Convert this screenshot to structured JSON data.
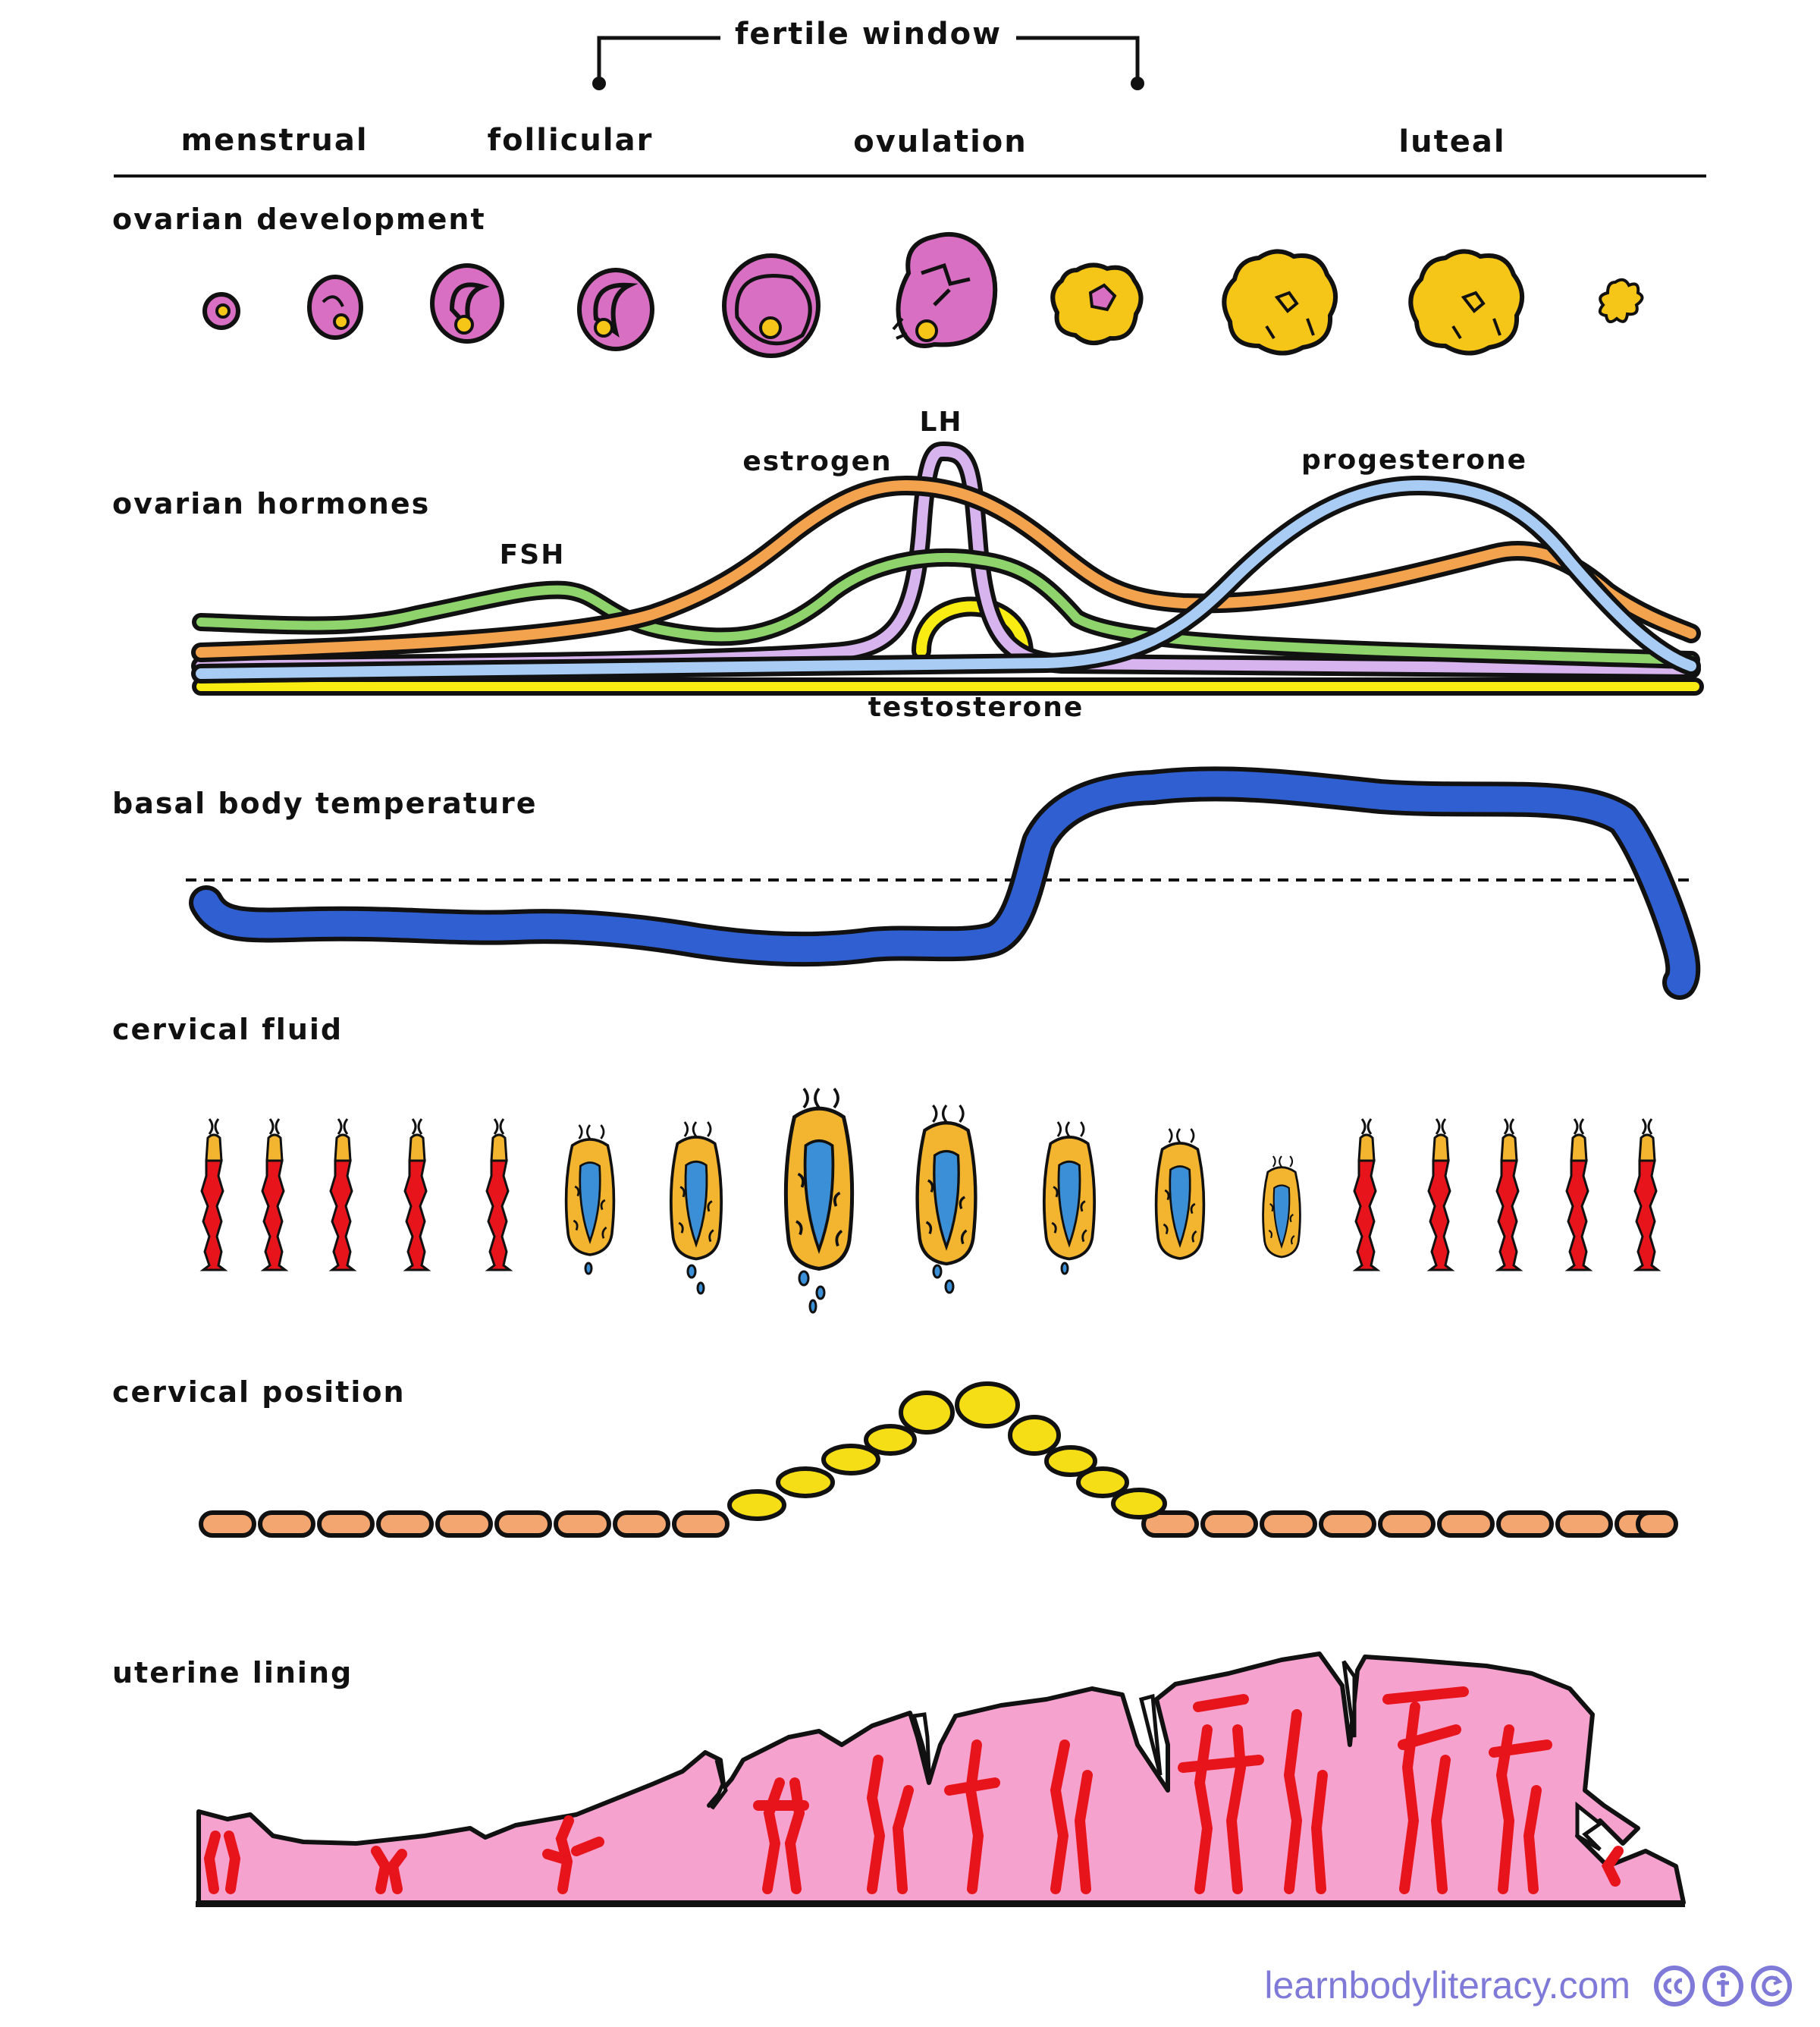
{
  "header": {
    "fertile_window": "fertile window",
    "phases": [
      "menstrual",
      "follicular",
      "ovulation",
      "luteal"
    ]
  },
  "sections": {
    "ovarian_development": "ovarian development",
    "ovarian_hormones": "ovarian hormones",
    "basal_body_temperature": "basal body temperature",
    "cervical_fluid": "cervical fluid",
    "cervical_position": "cervical position",
    "uterine_lining": "uterine lining"
  },
  "hormones": {
    "fsh": "FSH",
    "estrogen": "estrogen",
    "lh": "LH",
    "progesterone": "progesterone",
    "testosterone": "testosterone"
  },
  "colors": {
    "follicle": "#d86fc3",
    "corpus_luteum": "#f5c518",
    "fsh": "#8ed36b",
    "estrogen": "#f3a24e",
    "lh": "#d7b4ee",
    "progesterone": "#a8ccf4",
    "testosterone": "#f8ec12",
    "temperature": "#2f5fd1",
    "fluid_blood": "#e8141b",
    "fluid_yellow": "#f3b42f",
    "fluid_blue": "#3b8fd6",
    "position_low": "#f4a670",
    "position_high": "#f5de16",
    "lining": "#f6a2cf",
    "lining_vessels": "#e8141b",
    "credit": "#7f7ad8"
  },
  "credit": {
    "site": "learnbodyliteracy.com",
    "license_icons": [
      "cc-icon",
      "attribution-icon",
      "share-alike-icon"
    ]
  }
}
